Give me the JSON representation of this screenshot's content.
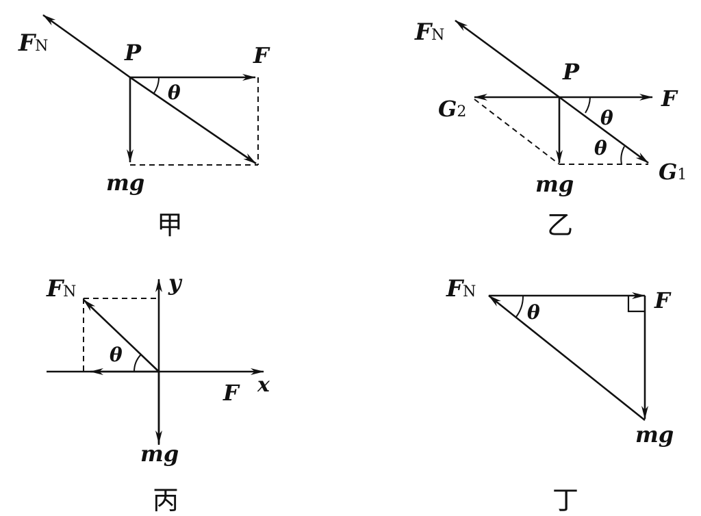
{
  "diagrams": {
    "jia": {
      "caption": "甲",
      "labels": {
        "fn": "F",
        "fn_sub": "N",
        "p": "P",
        "f": "F",
        "theta": "θ",
        "mg": "mg"
      }
    },
    "yi": {
      "caption": "乙",
      "labels": {
        "fn": "F",
        "fn_sub": "N",
        "p": "P",
        "f": "F",
        "g2": "G",
        "g2_sub": "2",
        "g1": "G",
        "g1_sub": "1",
        "theta1": "θ",
        "theta2": "θ",
        "mg": "mg"
      }
    },
    "bing": {
      "caption": "丙",
      "labels": {
        "fn": "F",
        "fn_sub": "N",
        "y": "y",
        "x": "x",
        "theta": "θ",
        "f": "F",
        "mg": "mg"
      }
    },
    "ding": {
      "caption": "丁",
      "labels": {
        "fn": "F",
        "fn_sub": "N",
        "theta": "θ",
        "f": "F",
        "mg": "mg"
      }
    }
  }
}
